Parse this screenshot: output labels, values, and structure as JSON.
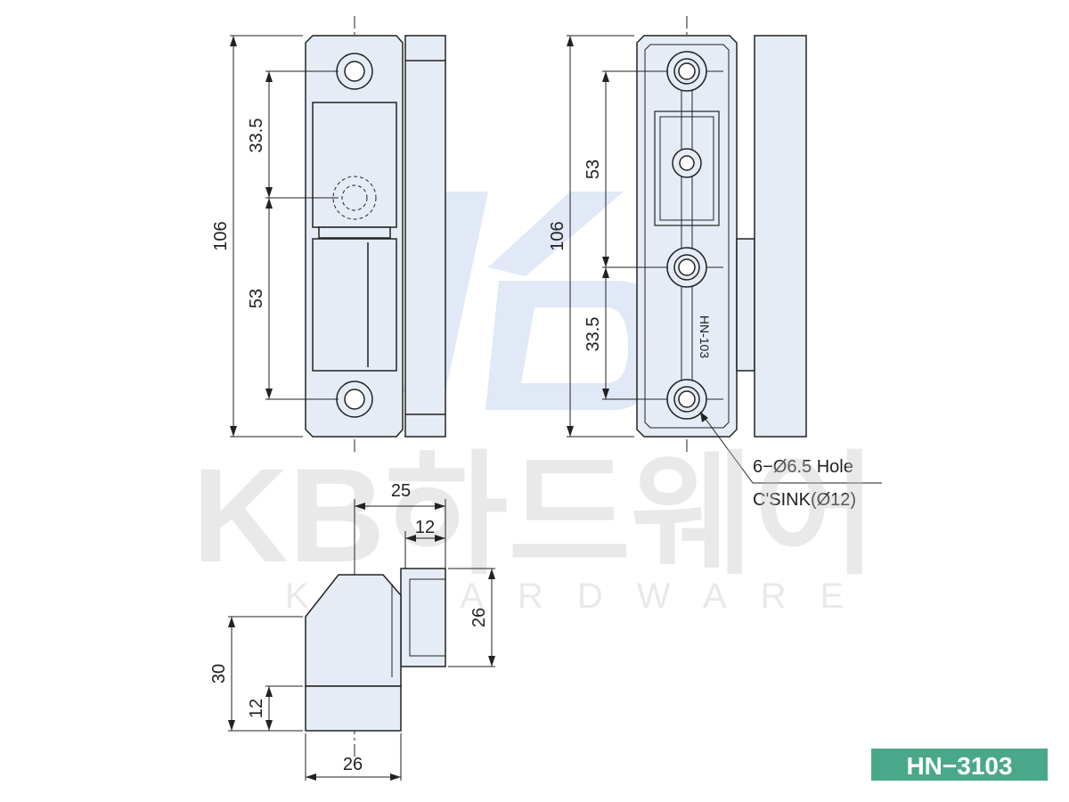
{
  "watermark": {
    "korean": "KB하드웨어",
    "english": "KBHARDWARE",
    "logo": "KB"
  },
  "front_view": {
    "overall_height": "106",
    "upper_pitch": "33.5",
    "lower_pitch": "53"
  },
  "back_view": {
    "overall_height": "106",
    "upper_pitch": "53",
    "lower_pitch": "33.5",
    "part_marking": "HN-103"
  },
  "hole_callout": {
    "line1": "6−Ø6.5 Hole",
    "line2": "C'SINK(Ø12)"
  },
  "side_view": {
    "offset_outer": "25",
    "offset_inner": "12",
    "leaf_depth": "26",
    "height": "30",
    "base_height": "12",
    "width": "26"
  },
  "product_code": "HN−3103",
  "colors": {
    "badge": "#4aa88a",
    "part_fill": "#e6ecf6",
    "logo": "#c8d6ee"
  }
}
